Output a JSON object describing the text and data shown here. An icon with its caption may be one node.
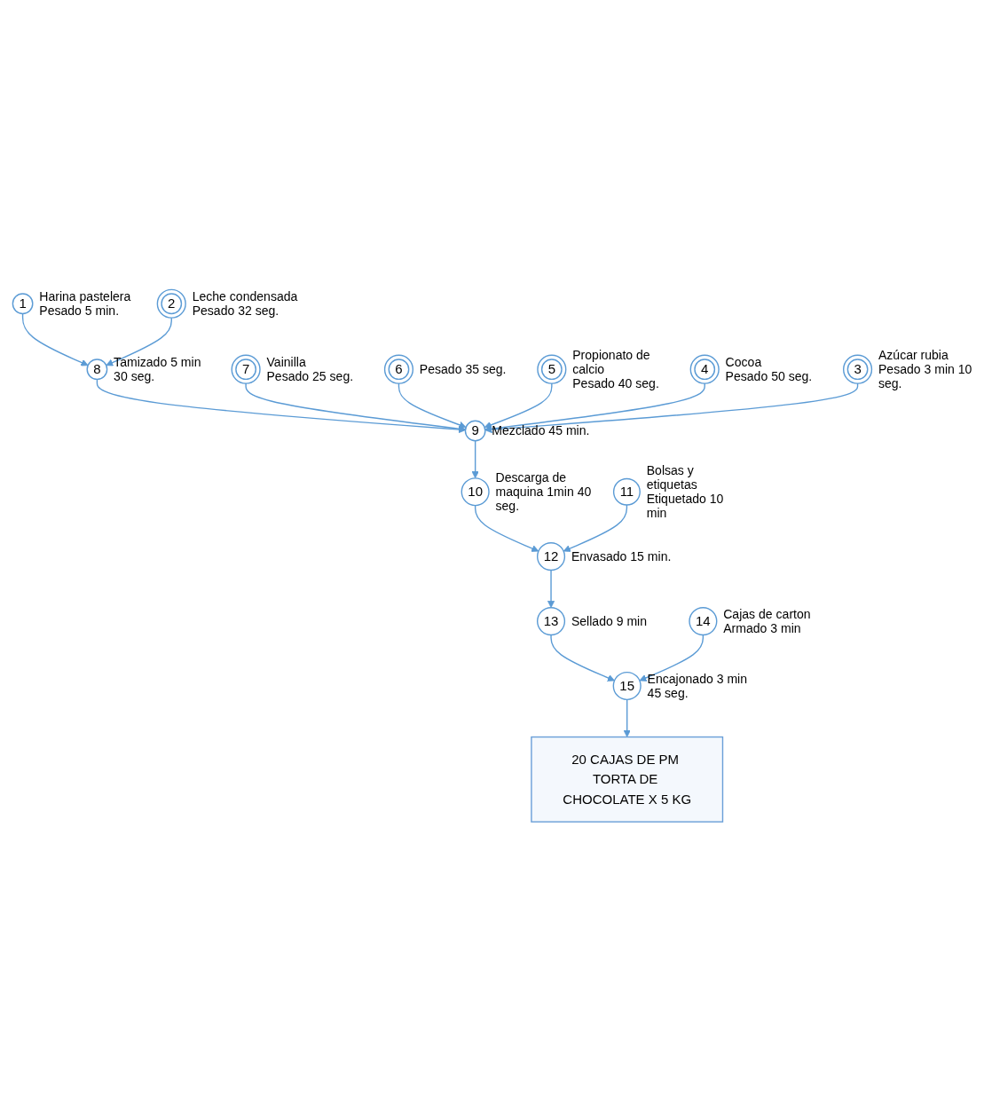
{
  "diagram": {
    "nodes": [
      {
        "text": [
          "14"
        ],
        "beside": [
          "Cajas de carton",
          "Armado 3 min"
        ]
      },
      {
        "text": [
          "11"
        ],
        "beside": [
          "Bolsas y etiquetas",
          "Etiquetado 10 min"
        ]
      },
      {
        "text": [
          "7"
        ],
        "beside": [
          "Vainilla",
          "Pesado 25 seg."
        ]
      },
      {
        "text": [
          "6"
        ],
        "beside": [
          "Pesado 35 seg."
        ]
      },
      {
        "text": [
          "5"
        ],
        "beside": [
          "Propionato de calcio",
          "Pesado 40 seg."
        ]
      },
      {
        "text": [
          "4"
        ],
        "beside": [
          "Cocoa",
          "Pesado 50 seg."
        ]
      },
      {
        "text": [
          "3"
        ],
        "beside": [
          "Azúcar rubia",
          "Pesado 3 min 10 seg."
        ]
      },
      {
        "text": [
          "2"
        ],
        "beside": [
          "Leche condensada",
          "Pesado 32 seg."
        ]
      },
      {
        "text": [
          "1"
        ],
        "beside": [
          "Harina pastelera",
          "Pesado 5 min."
        ]
      },
      {
        "text": [
          "8"
        ],
        "beside": [
          "Tamizado 5 min 30 seg."
        ]
      },
      {
        "text": [
          "9"
        ],
        "beside": [
          "Mezclado 45 min."
        ]
      },
      {
        "text": [
          "10"
        ],
        "beside": [
          "Descarga de maquina 1min 40 seg."
        ]
      },
      {
        "text": [
          "12"
        ],
        "beside": [
          "Envasado 15 min."
        ]
      },
      {
        "text": [
          "13"
        ],
        "beside": [
          "Sellado 9 min"
        ]
      },
      {
        "text": [
          "15"
        ],
        "beside": [
          "Encajonado 3 min 45 seg."
        ]
      },
      {
        "text": [
          "20 CAJAS DE PM TORTA DE CHOCOLATE X 5 KG"
        ]
      }
    ],
    "edges": [
      {
        "from": 8,
        "to": 9,
        "arrow": "to"
      },
      {
        "from": 7,
        "to": 9,
        "arrow": "to"
      },
      {
        "from": 9,
        "to": 10,
        "arrow": "to"
      },
      {
        "from": 2,
        "to": 10,
        "arrow": "to"
      },
      {
        "from": 3,
        "to": 10,
        "arrow": "to"
      },
      {
        "from": 4,
        "to": 10,
        "arrow": "to"
      },
      {
        "from": 5,
        "to": 10,
        "arrow": "to"
      },
      {
        "from": 6,
        "to": 10,
        "arrow": "to"
      },
      {
        "from": 10,
        "to": 11,
        "arrow": "to"
      },
      {
        "from": 11,
        "to": 12,
        "arrow": "to"
      },
      {
        "from": 1,
        "to": 12,
        "arrow": "to"
      },
      {
        "from": 12,
        "to": 13,
        "arrow": "to"
      },
      {
        "from": 13,
        "to": 14,
        "arrow": "to"
      },
      {
        "from": 0,
        "to": 14,
        "arrow": "to"
      },
      {
        "from": 14,
        "to": 15,
        "arrow": "to"
      }
    ]
  }
}
